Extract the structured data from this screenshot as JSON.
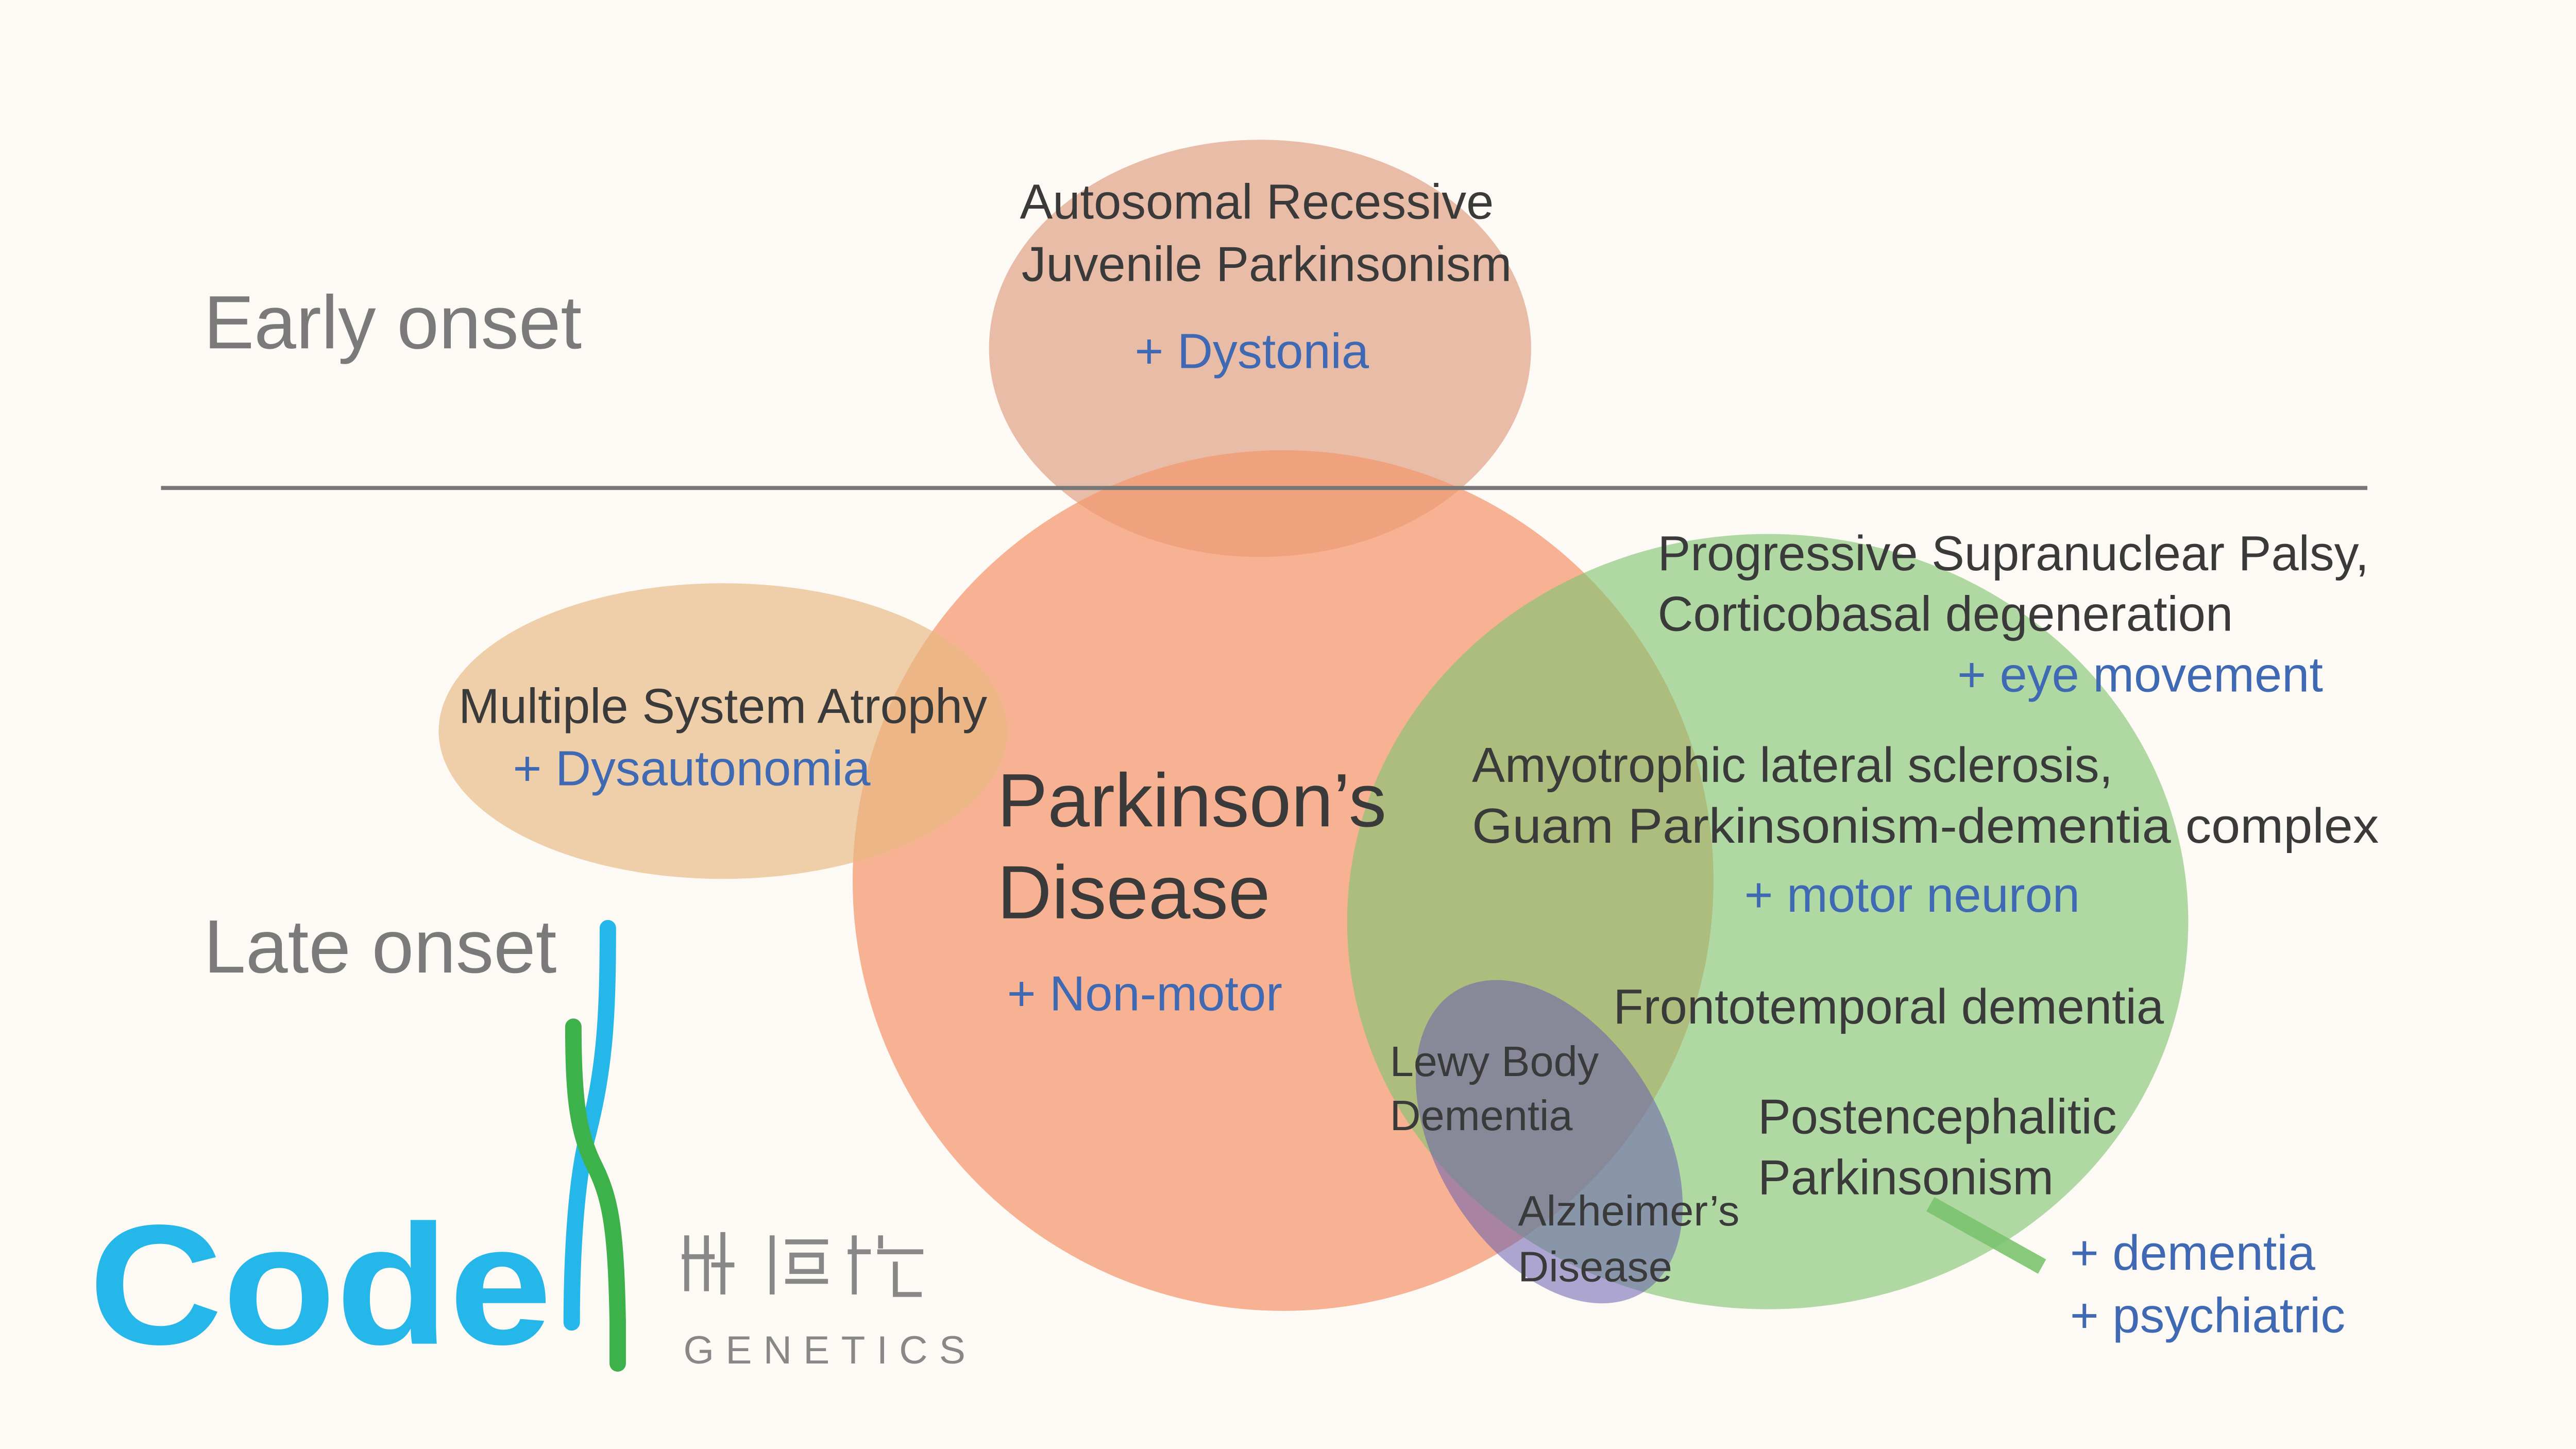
{
  "onset": {
    "early": "Early onset",
    "late": "Late onset"
  },
  "arjp": {
    "line1": "Autosomal Recessive",
    "line2": "Juvenile Parkinsonism",
    "feature": "+ Dystonia"
  },
  "msa": {
    "line1": "Multiple System Atrophy",
    "feature": "+ Dysautonomia"
  },
  "pd": {
    "line1": "Parkinson’s",
    "line2": "Disease",
    "feature": "+ Non-motor"
  },
  "psp": {
    "line1": "Progressive Supranuclear Palsy,",
    "line2": "Corticobasal degeneration",
    "feature": "+ eye movement"
  },
  "als": {
    "line1": "Amyotrophic lateral sclerosis,",
    "line2": "Guam Parkinsonism-dementia complex",
    "feature": "+ motor neuron"
  },
  "ftd": {
    "line1": "Frontotemporal dementia"
  },
  "lbd": {
    "line1": "Lewy Body",
    "line2": "Dementia"
  },
  "ad": {
    "line1": "Alzheimer’s",
    "line2": "Disease"
  },
  "pep": {
    "line1": "Postencephalitic",
    "line2": "Parkinsonism"
  },
  "shared_features": {
    "line1": "+ dementia",
    "line2": "+ psychiatric"
  },
  "logo": {
    "brand_blue": "Code",
    "brand_green": "X",
    "chinese": "科德施",
    "sub": "GENETICS"
  },
  "colors": {
    "background": "#fdfaf5",
    "arjp": "#e2ab92",
    "pd": "#f5a27c",
    "msa": "#e9c18f",
    "green": "#8fcb82",
    "purple": "#7a6aa8",
    "blue_text": "#3f6ab3",
    "logo_blue": "#25b7ea",
    "logo_green": "#3db14a"
  }
}
